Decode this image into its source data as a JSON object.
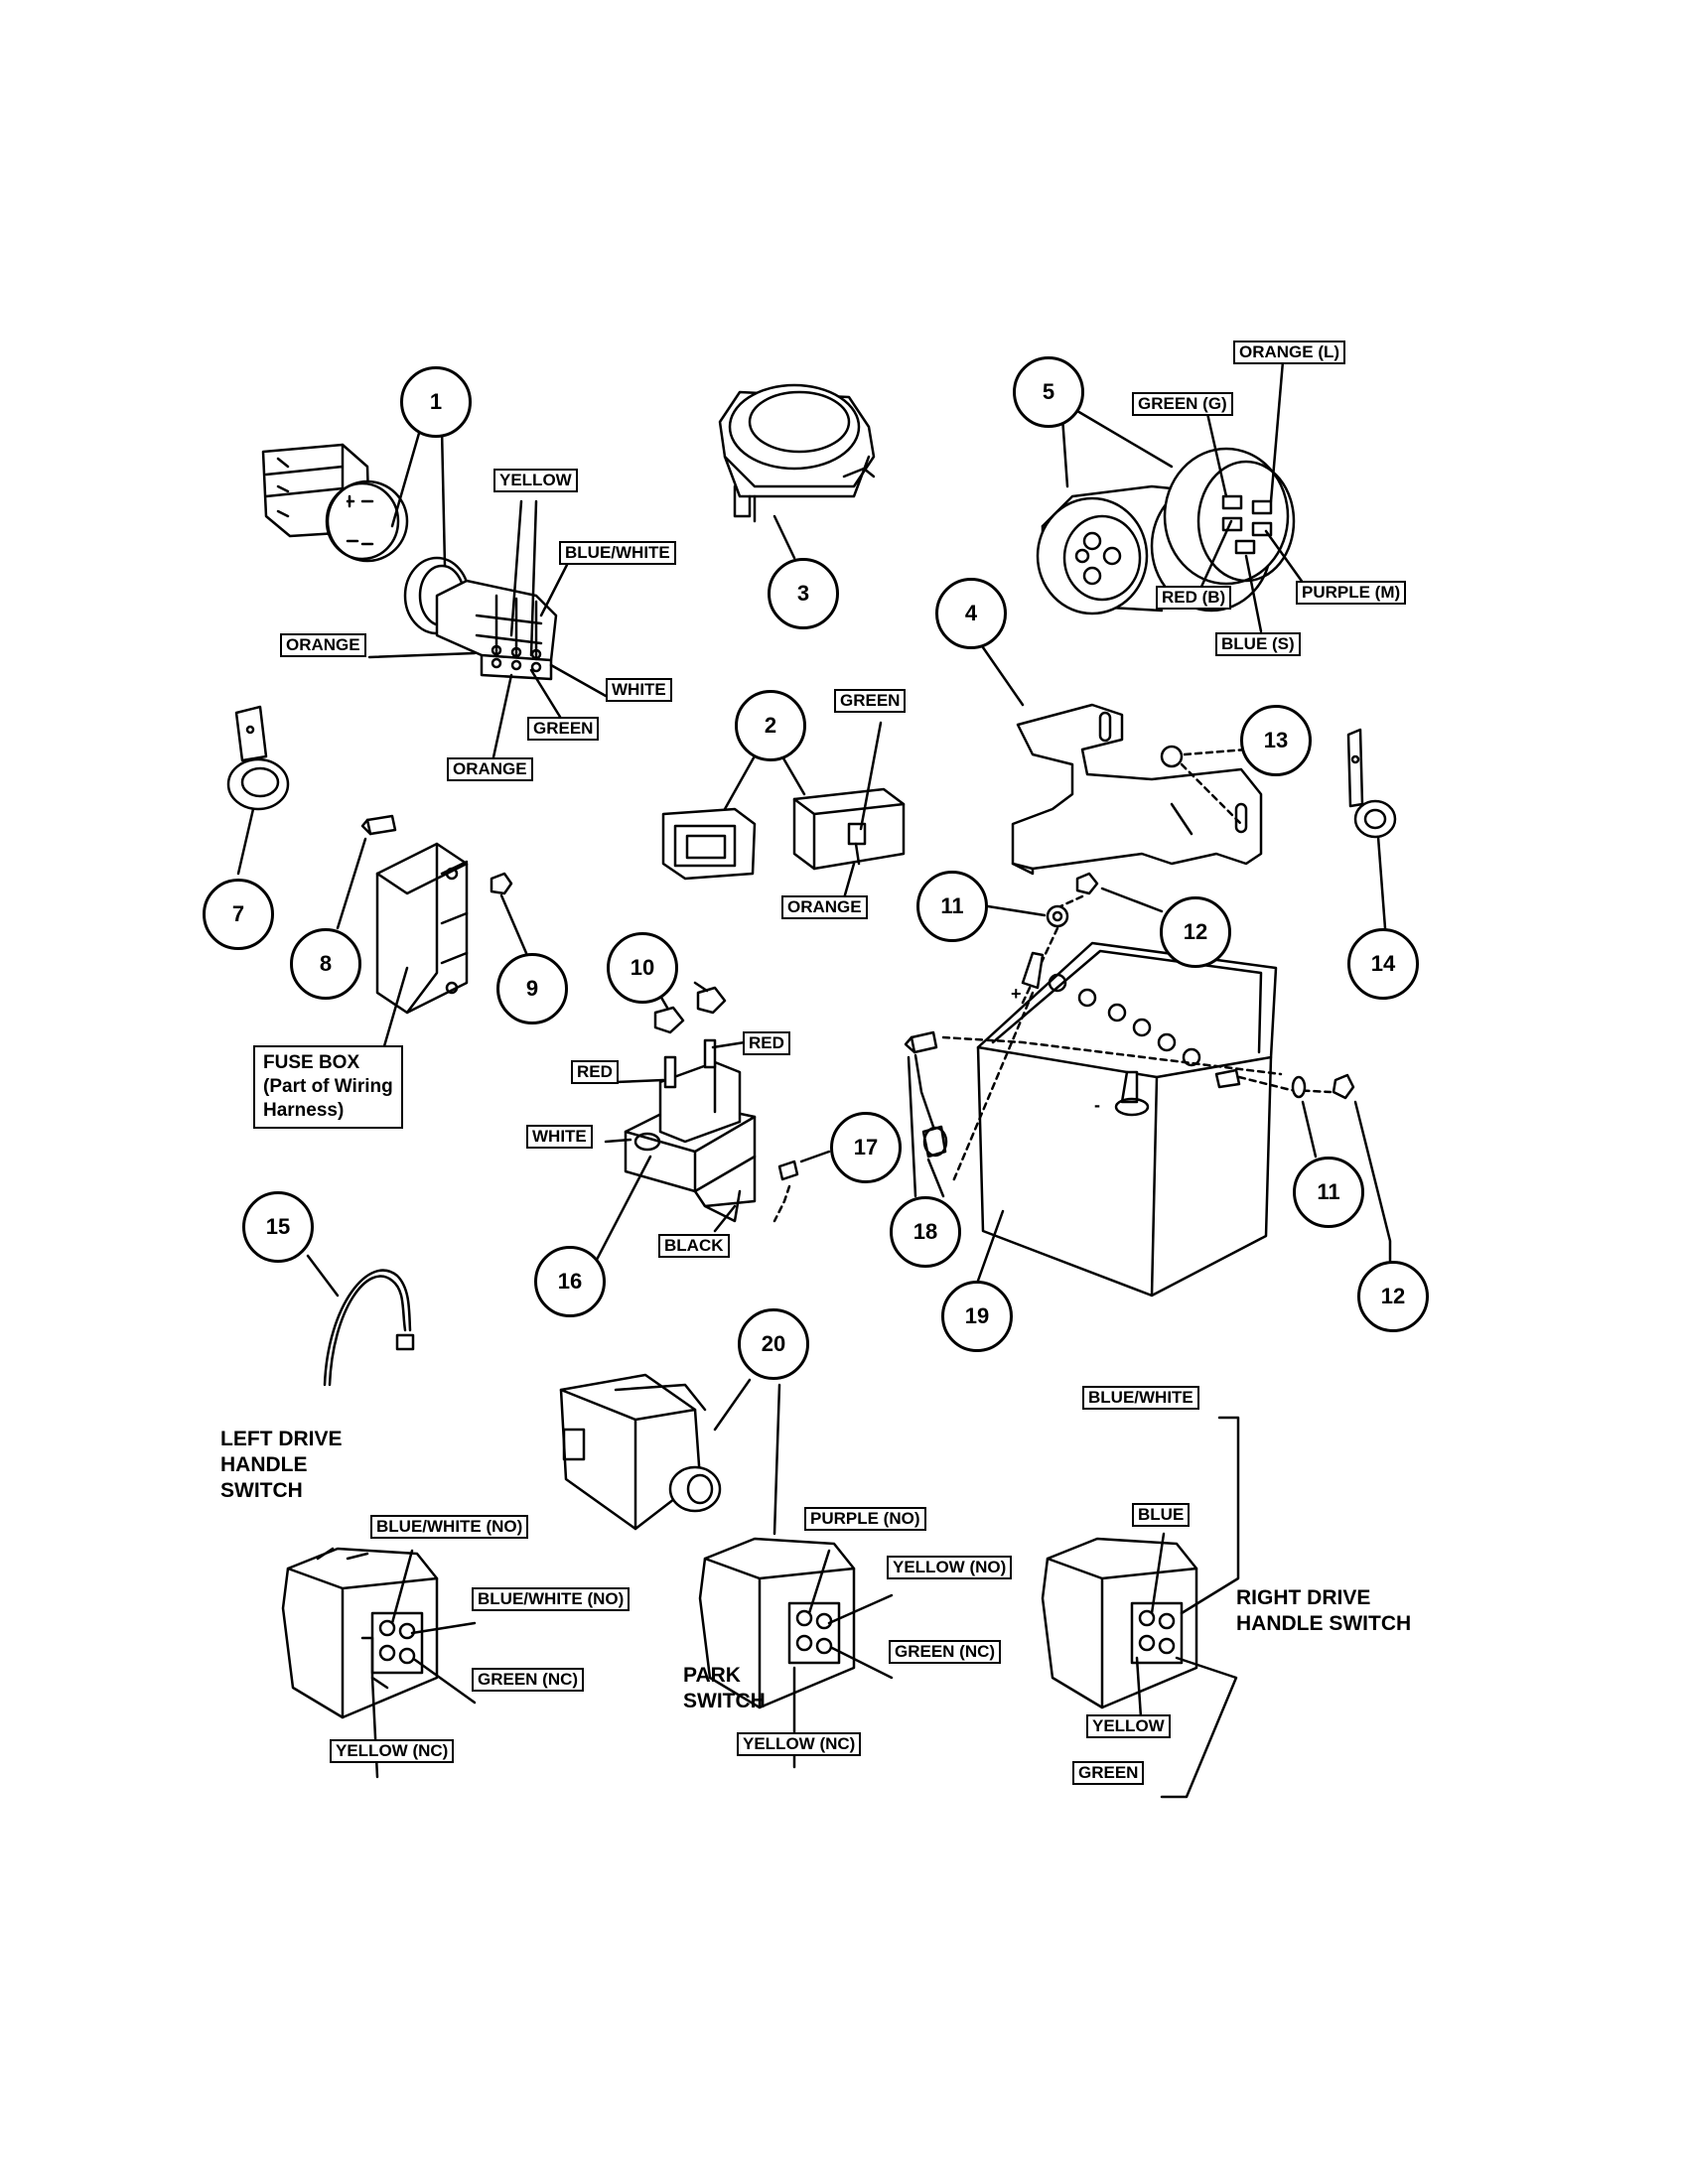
{
  "callouts": [
    "1",
    "2",
    "3",
    "4",
    "5",
    "7",
    "8",
    "9",
    "10",
    "11",
    "12",
    "13",
    "14",
    "15",
    "16",
    "17",
    "18",
    "19",
    "20",
    "11",
    "12"
  ],
  "wire_labels": {
    "yellow_1": "YELLOW",
    "blue_white_1": "BLUE/WHITE",
    "orange_1a": "ORANGE",
    "white_1": "WHITE",
    "green_1": "GREEN",
    "orange_1b": "ORANGE",
    "orange_l": "ORANGE (L)",
    "green_g": "GREEN (G)",
    "red_b": "RED (B)",
    "purple_m": "PURPLE (M)",
    "blue_s": "BLUE (S)",
    "green_2": "GREEN",
    "orange_2": "ORANGE",
    "red_16a": "RED",
    "red_16b": "RED",
    "white_16": "WHITE",
    "black_16": "BLACK",
    "ld_blue_white_no_a": "BLUE/WHITE (NO)",
    "ld_blue_white_no_b": "BLUE/WHITE (NO)",
    "ld_green_nc": "GREEN (NC)",
    "ld_yellow_nc": "YELLOW (NC)",
    "pk_purple_no": "PURPLE (NO)",
    "pk_yellow_no": "YELLOW (NO)",
    "pk_green_nc": "GREEN (NC)",
    "pk_yellow_nc": "YELLOW (NC)",
    "rd_blue_white": "BLUE/WHITE",
    "rd_blue": "BLUE",
    "rd_yellow": "YELLOW",
    "rd_green": "GREEN"
  },
  "fuse_box_note": [
    "FUSE BOX",
    "(Part of Wiring",
    "Harness)"
  ],
  "group_labels": {
    "left_drive": [
      "LEFT DRIVE",
      "HANDLE",
      "SWITCH"
    ],
    "park": [
      "PARK",
      "SWITCH"
    ],
    "right_drive": [
      "RIGHT DRIVE",
      "HANDLE SWITCH"
    ]
  },
  "battery_marks": {
    "plus": "+",
    "minus": "-"
  }
}
